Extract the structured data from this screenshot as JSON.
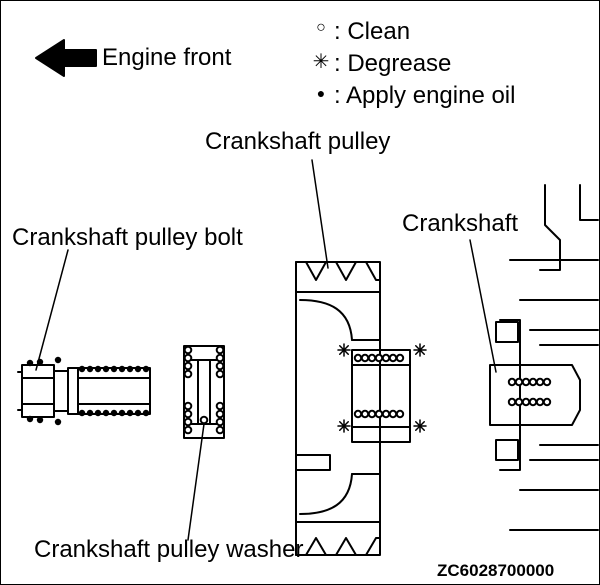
{
  "direction": {
    "label": "Engine front",
    "icon": "arrow-left-icon"
  },
  "legend": [
    {
      "symbol": "○",
      "label": ": Clean",
      "icon": "open-circle-icon"
    },
    {
      "symbol": "✳",
      "label": ": Degrease",
      "icon": "asterisk-icon"
    },
    {
      "symbol": "●",
      "label": ": Apply engine oil",
      "icon": "filled-dot-icon"
    }
  ],
  "callouts": {
    "crankshaft_pulley": "Crankshaft pulley",
    "crankshaft": "Crankshaft",
    "crankshaft_pulley_bolt": "Crankshaft pulley bolt",
    "crankshaft_pulley_washer": "Crankshaft pulley washer"
  },
  "figure_code": "ZC6028700000"
}
